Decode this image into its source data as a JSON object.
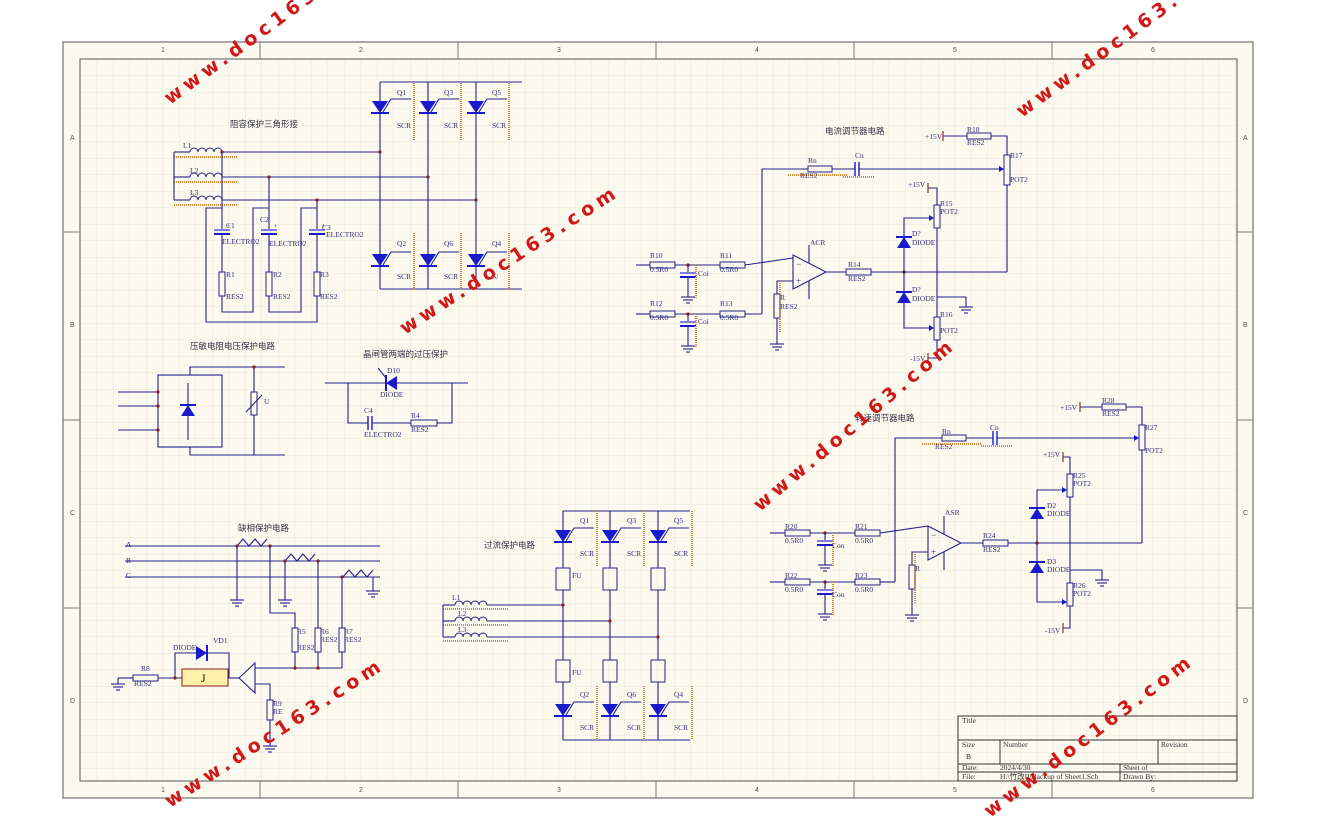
{
  "sheet": {
    "columns": [
      "1",
      "2",
      "3",
      "4",
      "5",
      "6"
    ],
    "rows": [
      "A",
      "B",
      "C",
      "D"
    ]
  },
  "circuits": {
    "rc_delta": {
      "title": "阻容保护三角形接",
      "labels": [
        "Q1",
        "SCR",
        "Q3",
        "SCR",
        "Q5",
        "SCR",
        "Q2",
        "SCR",
        "Q6",
        "SCR",
        "Q4",
        "S/",
        "L1",
        "L2",
        "L3",
        "C1",
        "ELECTRO2",
        "C2",
        "ELECTRO2",
        "C3",
        "ELECTRO2",
        "R1",
        "RES2",
        "R2",
        "RES2",
        "R3",
        "RES2"
      ]
    },
    "varistor": {
      "title": "压敏电阻电压保护电路",
      "labels": [
        "U"
      ]
    },
    "overvolt": {
      "title": "晶闸管两端的过压保护",
      "labels": [
        "D10",
        "DIODE",
        "C4",
        "ELECTRO2",
        "R4",
        "RES2"
      ]
    },
    "phase_loss": {
      "title": "缺相保护电路",
      "labels": [
        "A",
        "B",
        "C",
        "R5",
        "RES2",
        "R6",
        "RES2",
        "R7",
        "RES2",
        "DIODE",
        "VD1",
        "R8",
        "RES2",
        "R9",
        "RE"
      ],
      "relay": "J"
    },
    "overcurrent": {
      "title": "过流保护电路",
      "labels": [
        "Q1",
        "SCR",
        "FU",
        "Q3",
        "SCR",
        "Q5",
        "SCR",
        "L1",
        "L2",
        "L3",
        "FU",
        "Q2",
        "SCR",
        "Q6",
        "SCR",
        "Q4",
        "SCR"
      ]
    },
    "acr": {
      "title": "电流调节器电路",
      "labels": [
        "+15V",
        "R18",
        "RES2",
        "R17",
        "POT2",
        "Rn",
        "RES2",
        "Cn",
        "+15V",
        "R15",
        "POT2",
        "D?",
        "DIODE",
        "ACR",
        "R10",
        "0.5R0",
        "Coi",
        "R11",
        "0.5R0",
        "R14",
        "RES2",
        "D?",
        "DIODE",
        "R",
        "RES2",
        "R12",
        "0.5R0",
        "Coi",
        "R13",
        "0.5R0",
        "R16",
        "POT2",
        "-15V"
      ]
    },
    "asr": {
      "title": "转速调节器电路",
      "labels": [
        "+15V",
        "R28",
        "RES2",
        "R27",
        "POT2",
        "Rn",
        "RES2",
        "Cn",
        "+15V",
        "R25",
        "POT2",
        "D2",
        "DIODE",
        "ASR",
        "R20",
        "0.5R0",
        "Con",
        "R21",
        "0.5R0",
        "R24",
        "RES2",
        "D3",
        "DIODE",
        "R",
        "R22",
        "0.5R0",
        "Con",
        "R23",
        "0.5R0",
        "R26",
        "POT2",
        "-15V"
      ]
    }
  },
  "title_block": {
    "title_label": "Title",
    "size_label": "Size",
    "size_value": "B",
    "number_label": "Number",
    "revision_label": "Revision",
    "date_label": "Date:",
    "date_value": "2024/4/30",
    "sheet_label": "Sheet    of",
    "file_label": "File:",
    "file_value": "H:\\竹改II\\Backup of Sheet1.Sch",
    "drawn_label": "Drawn By:"
  },
  "watermark": "www.doc163.com",
  "colors": {
    "wire": "#22228a",
    "component": "#1a1acc",
    "junction": "#8b1a1a",
    "sheet": "#fcf9ef",
    "grid": "#e7e3da",
    "watermark": "#d01818",
    "relay_fill": "#fff2a8"
  }
}
